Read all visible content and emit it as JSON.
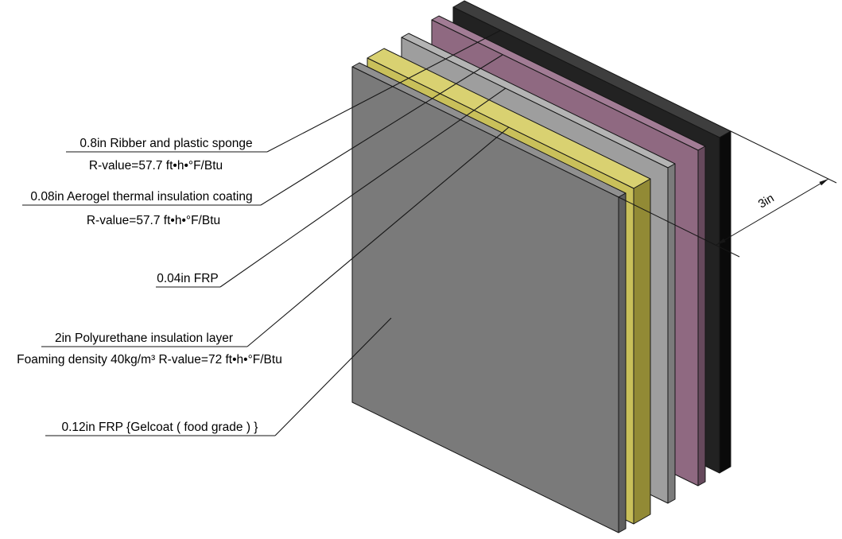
{
  "labels": {
    "sponge": {
      "line1": "0.8in Ribber and plastic sponge",
      "line2": "R-value=57.7 ft•h•°F/Btu"
    },
    "aerogel": {
      "line1": "0.08in Aerogel thermal insulation coating",
      "line2": "R-value=57.7 ft•h•°F/Btu"
    },
    "frp_thin": {
      "line1": "0.04in FRP"
    },
    "polyurethane": {
      "line1": "2in Polyurethane insulation layer",
      "line2": "Foaming density 40kg/m³ R-value=72 ft•h•°F/Btu"
    },
    "frp_gelcoat": {
      "line1": "0.12in FRP {Gelcoat ( food grade ) }"
    }
  },
  "dimension": {
    "label": "3in"
  },
  "panels": {
    "sponge": {
      "colors": {
        "front": "#222222",
        "top": "#3e3e3e",
        "side": "#0a0a0a"
      }
    },
    "aerogel": {
      "colors": {
        "front": "#8f6981",
        "top": "#a27c95",
        "side": "#66495c"
      }
    },
    "frp_thin": {
      "colors": {
        "front": "#9e9e9e",
        "top": "#b4b4b4",
        "side": "#7b7b7b"
      }
    },
    "polyurethane": {
      "colors": {
        "front": "#c9c05a",
        "top": "#d9d171",
        "side": "#928a35"
      }
    },
    "frp_gelcoat": {
      "colors": {
        "front": "#7a7a7a",
        "top": "#909090",
        "side": "#5f5f5f"
      }
    }
  }
}
